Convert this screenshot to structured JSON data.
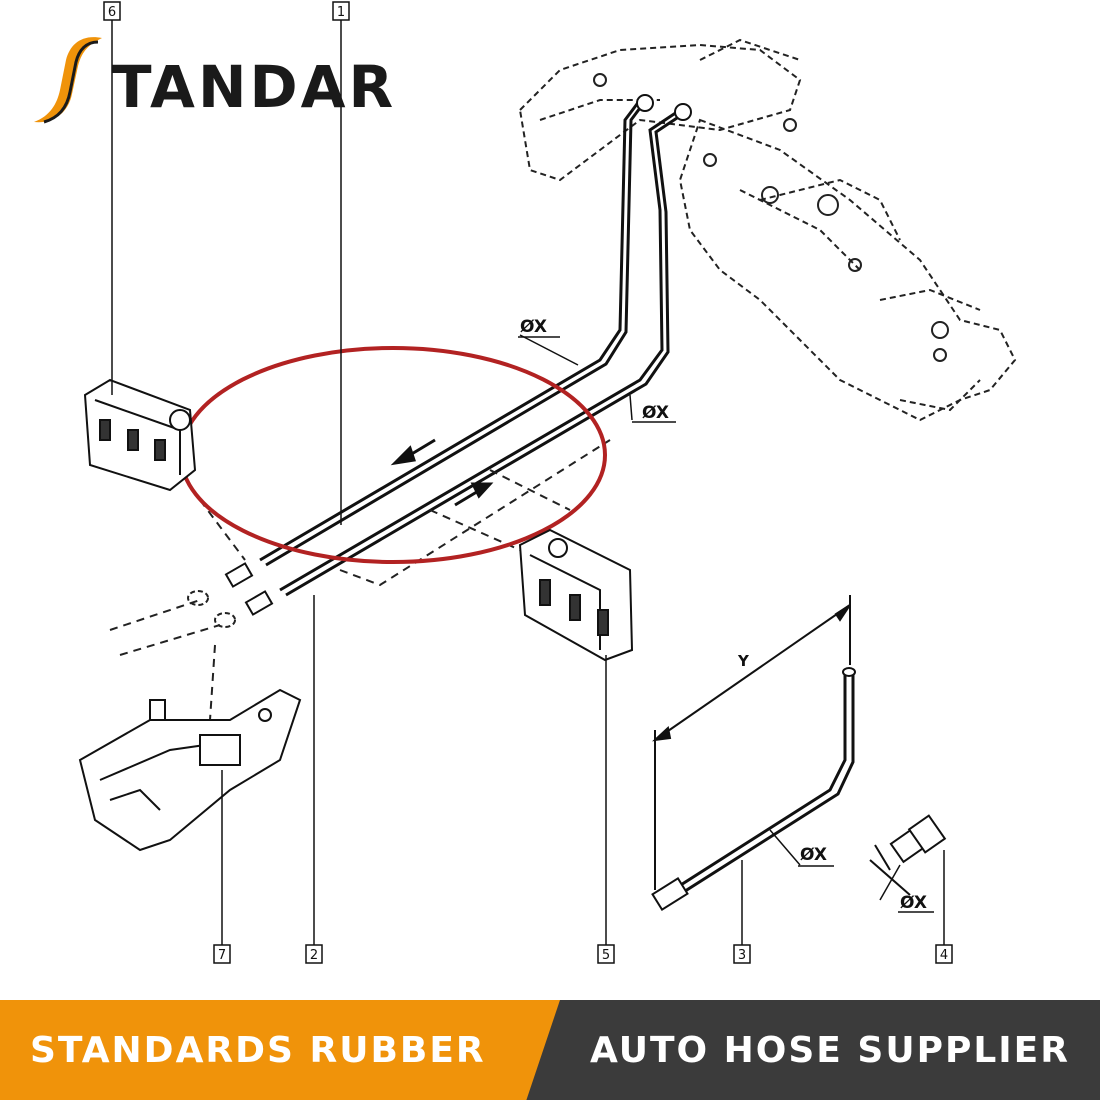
{
  "brand": {
    "logo_text": "TANDAR",
    "logo_accent_color": "#f0930a"
  },
  "diagram": {
    "callouts": [
      {
        "id": "callout-6",
        "label": "6"
      },
      {
        "id": "callout-1",
        "label": "1"
      },
      {
        "id": "callout-7",
        "label": "7"
      },
      {
        "id": "callout-2",
        "label": "2"
      },
      {
        "id": "callout-5",
        "label": "5"
      },
      {
        "id": "callout-3",
        "label": "3"
      },
      {
        "id": "callout-4",
        "label": "4"
      }
    ],
    "dimension_labels": {
      "dia_upper_pipe": "ØX",
      "dia_lower_pipe": "ØX",
      "dia_pipe_3": "ØX",
      "dia_fitting_4": "ØX",
      "length_y": "Y"
    },
    "highlight_color": "#b22222"
  },
  "footer": {
    "left_text": "STANDARDS RUBBER",
    "right_text": "AUTO HOSE SUPPLIER",
    "left_color": "#f0930a",
    "right_color": "#3b3b3b"
  }
}
